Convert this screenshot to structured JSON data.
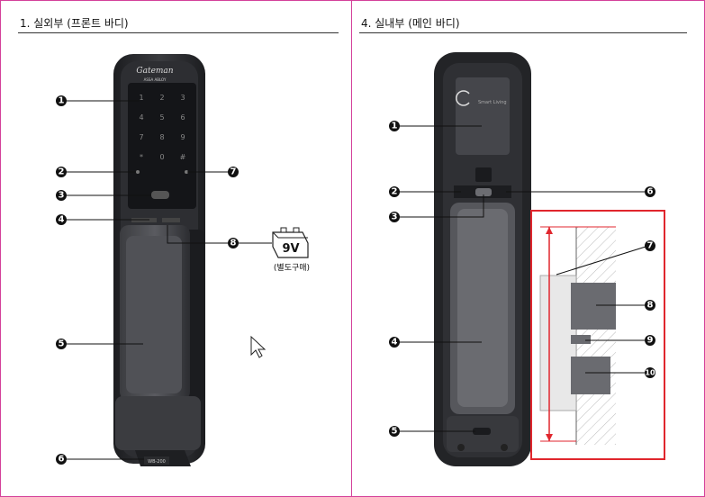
{
  "left_panel": {
    "title": "1. 실외부 (프론트 바디)",
    "brand_logo": "Gateman",
    "brand_sub": "ASSA ABLOY",
    "keys": [
      "1",
      "2",
      "3",
      "4",
      "5",
      "6",
      "7",
      "8",
      "9",
      "*",
      "0",
      "#"
    ],
    "callouts": [
      "1",
      "2",
      "3",
      "4",
      "5",
      "6",
      "7",
      "8"
    ],
    "model_label": "WB-200",
    "battery_label": "9V",
    "battery_note": "(별도구매)"
  },
  "right_panel": {
    "title": "4. 실내부 (메인 바디)",
    "smart_label": "Smart Living",
    "callouts": [
      "1",
      "2",
      "3",
      "4",
      "5",
      "6",
      "7",
      "8",
      "9",
      "10"
    ]
  },
  "colors": {
    "border": "#d4409a",
    "callout": "#111111",
    "detail_box": "#e0262d",
    "lock_body": "#2a2b2e"
  },
  "icons": [
    "mouse-cursor-icon"
  ]
}
